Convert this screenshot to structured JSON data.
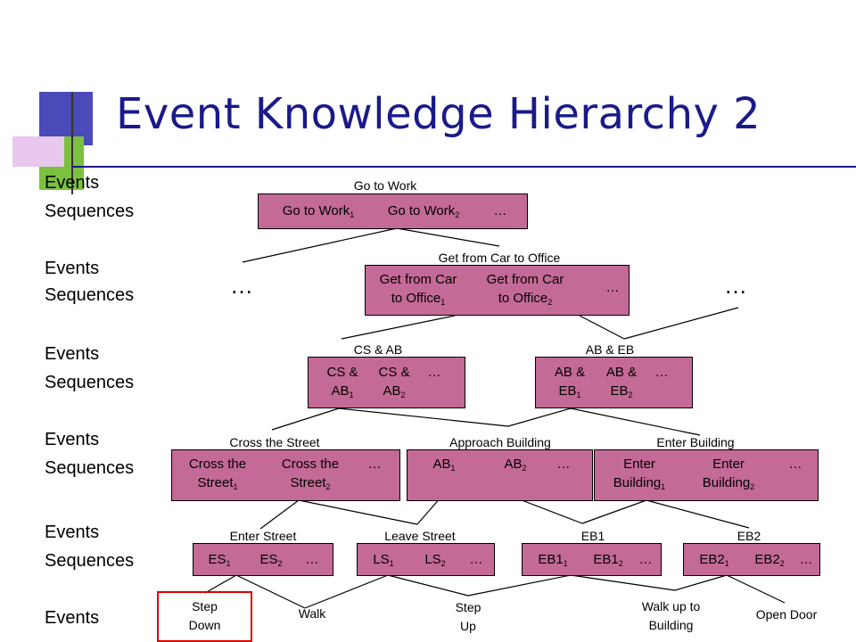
{
  "title": "Event Knowledge Hierarchy 2",
  "side_labels": [
    "Events",
    "Sequences",
    "Events",
    "Sequences",
    "Events",
    "Sequences",
    "Events",
    "Sequences",
    "Events",
    "Sequences",
    "Events"
  ],
  "ellipsis": "…",
  "level1": {
    "caption": "Go to Work",
    "items": [
      {
        "text": "Go to Work",
        "sub": "1"
      },
      {
        "text": "Go to Work",
        "sub": "2"
      },
      {
        "text": "…",
        "sub": ""
      }
    ]
  },
  "level2": {
    "caption": "Get from Car to Office",
    "items": [
      {
        "line1": "Get from Car",
        "line2": "to Office",
        "sub": "1"
      },
      {
        "line1": "Get from Car",
        "line2": "to Office",
        "sub": "2"
      },
      {
        "line1": "…",
        "line2": "",
        "sub": ""
      }
    ]
  },
  "level3": [
    {
      "caption": "CS & AB",
      "items": [
        {
          "line1": "CS &",
          "line2": "AB",
          "sub": "1"
        },
        {
          "line1": "CS &",
          "line2": "AB",
          "sub": "2"
        },
        {
          "line1": "…",
          "line2": "",
          "sub": ""
        }
      ]
    },
    {
      "caption": "AB & EB",
      "items": [
        {
          "line1": "AB &",
          "line2": "EB",
          "sub": "1"
        },
        {
          "line1": "AB &",
          "line2": "EB",
          "sub": "2"
        },
        {
          "line1": "…",
          "line2": "",
          "sub": ""
        }
      ]
    }
  ],
  "level4": [
    {
      "caption": "Cross the Street",
      "items": [
        {
          "line1": "Cross the",
          "line2": "Street",
          "sub": "1"
        },
        {
          "line1": "Cross the",
          "line2": "Street",
          "sub": "2"
        },
        {
          "line1": "…",
          "line2": "",
          "sub": ""
        }
      ]
    },
    {
      "caption": "Approach Building",
      "items": [
        {
          "line1": "AB",
          "line2": "",
          "sub": "1"
        },
        {
          "line1": "AB",
          "line2": "",
          "sub": "2"
        },
        {
          "line1": "…",
          "line2": "",
          "sub": ""
        }
      ]
    },
    {
      "caption": "Enter Building",
      "items": [
        {
          "line1": "Enter",
          "line2": "Building",
          "sub": "1"
        },
        {
          "line1": "Enter",
          "line2": "Building",
          "sub": "2"
        },
        {
          "line1": "…",
          "line2": "",
          "sub": ""
        }
      ]
    }
  ],
  "level5": [
    {
      "caption": "Enter Street",
      "items": [
        {
          "text": "ES",
          "sub": "1"
        },
        {
          "text": "ES",
          "sub": "2"
        },
        {
          "text": "…",
          "sub": ""
        }
      ]
    },
    {
      "caption": "Leave Street",
      "items": [
        {
          "text": "LS",
          "sub": "1"
        },
        {
          "text": "LS",
          "sub": "2"
        },
        {
          "text": "…",
          "sub": ""
        }
      ]
    },
    {
      "caption": "EB1",
      "items": [
        {
          "text": "EB1",
          "sub": "1"
        },
        {
          "text": "EB1",
          "sub": "2"
        },
        {
          "text": "…",
          "sub": ""
        }
      ]
    },
    {
      "caption": "EB2",
      "items": [
        {
          "text": "EB2",
          "sub": "1"
        },
        {
          "text": "EB2",
          "sub": "2"
        },
        {
          "text": "…",
          "sub": ""
        }
      ]
    }
  ],
  "leaves": [
    {
      "line1": "Step",
      "line2": "Down"
    },
    {
      "line1": "Walk",
      "line2": ""
    },
    {
      "line1": "Step",
      "line2": "Up"
    },
    {
      "line1": "Walk up to",
      "line2": "Building"
    },
    {
      "line1": "Open Door",
      "line2": ""
    }
  ],
  "colors": {
    "title": "#1a1a8a",
    "box_fill": "#c46a96",
    "highlight": "#e00000",
    "deco_blue": "#4a4ab8",
    "deco_green": "#7cc040",
    "deco_pink": "#e8c8ec"
  }
}
